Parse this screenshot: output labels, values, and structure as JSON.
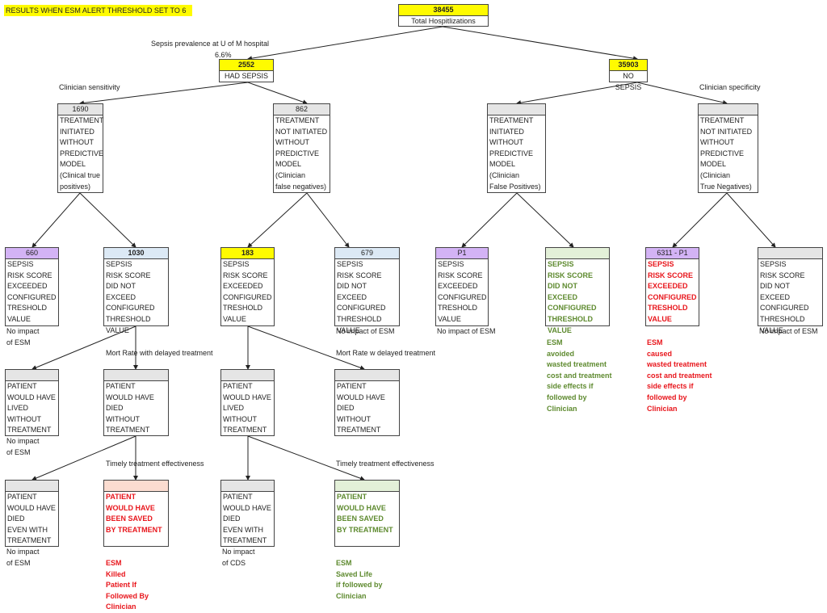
{
  "title": "RESULTS WHEN ESM ALERT THRESHOLD SET TO 6",
  "root": {
    "value": "38455",
    "label": "Total Hospitlizations"
  },
  "prevalence": {
    "line1": "Sepsis prevalence at U of M hospital",
    "line2": "6.6%"
  },
  "had_sepsis": {
    "value": "2552",
    "label": "HAD SEPSIS"
  },
  "no_sepsis": {
    "value": "35903",
    "label": "NO SEPSIS"
  },
  "clinician_sensitivity": "Clinician sensitivity",
  "clinician_specificity": "Clinician specificity",
  "l2": [
    {
      "value": "1690",
      "text": "TREATMENT\nINITIATED\nWITHOUT\nPREDICTIVE\nMODEL\n(Clinical true\npositives)"
    },
    {
      "value": "862",
      "text": "TREATMENT\nNOT INITIATED\nWITHOUT\nPREDICTIVE\nMODEL\n(Clinician\nfalse negatives)"
    },
    {
      "value": "",
      "text": "TREATMENT\nINITIATED\nWITHOUT\nPREDICTIVE\nMODEL\n(Clinician\nFalse Positives)"
    },
    {
      "value": "",
      "text": "TREATMENT\nNOT INITIATED\nWITHOUT\nPREDICTIVE\nMODEL\n(Clinician\nTrue Negatives)"
    }
  ],
  "l3": [
    {
      "value": "660",
      "text": "SEPSIS\nRISK SCORE\nEXCEEDED\nCONFIGURED\nTRESHOLD\nVALUE"
    },
    {
      "value": "1030",
      "text": "SEPSIS\nRISK SCORE\nDID NOT EXCEED\nCONFIGURED\nTHRESHOLD\nVALUE"
    },
    {
      "value": "183",
      "text": "SEPSIS\nRISK SCORE\nEXCEEDED\nCONFIGURED\nTRESHOLD\nVALUE"
    },
    {
      "value": "679",
      "text": "SEPSIS\nRISK SCORE\nDID NOT EXCEED\nCONFIGURED\nTHRESHOLD\nVALUE"
    },
    {
      "value": "P1",
      "text": "SEPSIS\nRISK SCORE\nEXCEEDED\nCONFIGURED\nTRESHOLD\nVALUE"
    },
    {
      "value": "",
      "text": "SEPSIS\nRISK SCORE\nDID NOT EXCEED\nCONFIGURED\nTHRESHOLD\nVALUE"
    },
    {
      "value": "6311 - P1",
      "text": "SEPSIS\nRISK SCORE\nEXCEEDED\nCONFIGURED\nTRESHOLD\nVALUE"
    },
    {
      "value": "",
      "text": "SEPSIS\nRISK SCORE\nDID NOT EXCEED\nCONFIGURED\nTHRESHOLD\nVALUE"
    }
  ],
  "notes_l3": {
    "n660": "No impact\nof ESM",
    "n679": "No impact of ESM",
    "np1": "No impact of ESM",
    "nlast": "No impact of ESM",
    "esm_avoided": "ESM\navoided\nwasted treatment\ncost and treatment\nside effects if\nfollowed by\nClinician",
    "esm_caused": "ESM\ncaused\nwasted treatment\ncost and treatment\nside effects if\nfollowed by\nClinician"
  },
  "mort_delayed_1": "Mort Rate with delayed treatment",
  "mort_delayed_2": "Mort Rate w delayed treatment",
  "l4": [
    {
      "text": "PATIENT\nWOULD HAVE\nLIVED\nWITHOUT\nTREATMENT"
    },
    {
      "text": "PATIENT\nWOULD HAVE\nDIED\nWITHOUT\nTREATMENT"
    },
    {
      "text": "PATIENT\nWOULD HAVE\nLIVED\nWITHOUT\nTREATMENT"
    },
    {
      "text": "PATIENT\nWOULD HAVE\nDIED\nWITHOUT\nTREATMENT"
    }
  ],
  "notes_l4": {
    "n1": "No impact\nof ESM"
  },
  "timely_1": "Timely treatment effectiveness",
  "timely_2": "Timely treatment effectiveness",
  "l5": [
    {
      "text": "PATIENT\nWOULD HAVE\nDIED\nEVEN WITH\nTREATMENT"
    },
    {
      "text": "PATIENT\nWOULD HAVE\nBEEN SAVED\nBY TREATMENT"
    },
    {
      "text": "PATIENT\nWOULD HAVE\nDIED\nEVEN WITH\nTREATMENT"
    },
    {
      "text": "PATIENT\nWOULD HAVE\nBEEN SAVED\nBY TREATMENT"
    }
  ],
  "notes_l5": {
    "n1": "No impact\nof ESM",
    "n_killed": "ESM\nKilled\nPatient If\nFollowed By\nClinician",
    "n_cds": "No impact\nof CDS",
    "n_saved": "ESM\nSaved Life\nif followed by\nClinician"
  },
  "colors": {
    "yellow": "#fffb00",
    "red": "#e8161c",
    "green": "#5e8a2f",
    "purple": "#d3b3f5",
    "blue": "#dce9f5",
    "pink": "#fbdcd0",
    "light_green": "#e3f0d8"
  }
}
